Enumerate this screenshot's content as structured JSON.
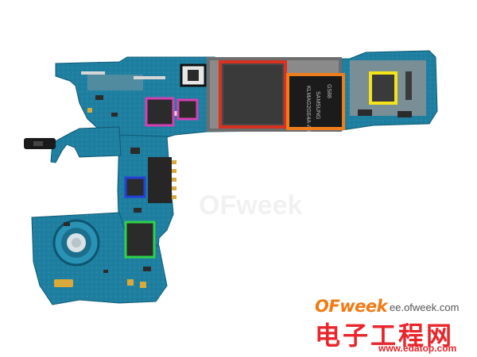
{
  "image": {
    "subject": "Phone motherboard with colored component highlights",
    "highlight_colors": {
      "red": "#d8311f",
      "orange": "#ee7d1c",
      "yellow": "#f4e21a",
      "black": "#111111",
      "magenta": "#d63fb4",
      "blue": "#2440d8",
      "green": "#2fd14a"
    },
    "board_color": "#1f7fa0"
  },
  "chip_text": {
    "lines": [
      "SAMSUNG",
      "KLMAG2GE4A-A0",
      "GS88"
    ]
  },
  "watermark": {
    "brand": "OFweek",
    "brand_url": "ee.ofweek.com",
    "cn_title": "电子工程网",
    "site_url": "www.edatop.com"
  }
}
